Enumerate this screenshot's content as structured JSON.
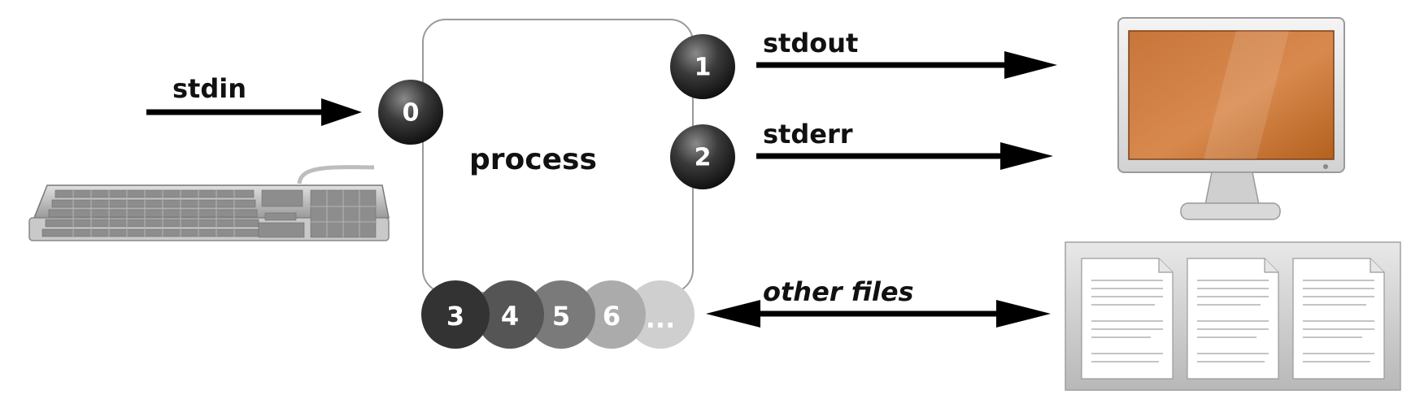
{
  "labels": {
    "stdin": "stdin",
    "stdout": "stdout",
    "stderr": "stderr",
    "process": "process",
    "other_files": "other files"
  },
  "fds": {
    "stdin": "0",
    "stdout": "1",
    "stderr": "2",
    "others": [
      "3",
      "4",
      "5",
      "6",
      "..."
    ]
  },
  "colors": {
    "monitor_screen": "#c0702f",
    "other_fd_circles": [
      "#333333",
      "#555555",
      "#777777",
      "#aaaaaa",
      "#cccccc"
    ]
  },
  "icons": {
    "input_device": "keyboard-icon",
    "output_device": "monitor-icon",
    "files": "document-files-icon"
  }
}
